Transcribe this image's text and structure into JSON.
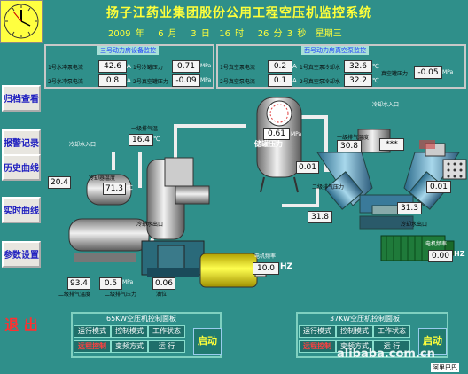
{
  "header": {
    "title": "扬子江药业集团股份公用工程空压机监控系统",
    "date_line": {
      "year": "2009",
      "year_unit": "年",
      "month": "6",
      "month_unit": "月",
      "day": "3",
      "day_unit": "日",
      "hour": "16",
      "hour_unit": "时",
      "minute": "26",
      "minute_unit": "分",
      "second": "3",
      "second_unit": "秒",
      "weekday": "星期三"
    }
  },
  "nav": {
    "items": [
      "归档查看",
      "报警记录",
      "历史曲线",
      "实时曲线",
      "参数设置"
    ],
    "exit": "退 出"
  },
  "panel_left": {
    "title": "三号动力房设备监控",
    "rows": [
      {
        "l1": "1号水冲泵电流",
        "v1": "42.6",
        "u1": "A",
        "l2": "1号冷罐压力",
        "v2": "0.71",
        "u2": "MPa"
      },
      {
        "l1": "2号水冲泵电流",
        "v1": "0.8",
        "u1": "A",
        "l2": "2号真空罐压力",
        "v2": "-0.09",
        "u2": "MPa"
      }
    ]
  },
  "panel_right": {
    "title": "西号动力房真空泵监控",
    "rows": [
      {
        "l1": "1号真空泵电流",
        "v1": "0.2",
        "u1": "A",
        "l2": "1号真空泵冷却水",
        "v2": "32.6",
        "u2": "℃",
        "l3": "真空罐压力",
        "v3": "-0.05",
        "u3": "MPa"
      },
      {
        "l1": "2号真空泵电流",
        "v1": "0.1",
        "u1": "A",
        "l2": "2号真空泵冷却水",
        "v2": "32.2",
        "u2": "℃"
      }
    ]
  },
  "process": {
    "cooling_in_left": "冷却水入口",
    "cooling_in_right": "冷却水入口",
    "exhaust_temp_label": "一级排气温",
    "exhaust_temp": "16.4",
    "exhaust_temp_unit": "℃",
    "tank_pressure_label": "储罐压力",
    "tank_pressure": "0.61",
    "tank_pressure_unit": "MPa",
    "motor_freq_label_left": "电机频率",
    "motor_freq_left": "10.0",
    "freq_unit": "HZ",
    "left_values": {
      "v_20_4": "20.4",
      "v_71_3": "71.3",
      "v_93_4": "93.4",
      "v_0_5": "0.5",
      "v_0_06": "0.06"
    },
    "left_labels": {
      "cooler_temp": "冷却器温度",
      "exhaust_temp2": "二级排气温度",
      "exhaust_press": "二级排气压力",
      "oil_level": "油位",
      "water_out": "冷却水出口"
    },
    "right_values": {
      "v_30_8": "30.8",
      "v_stars": "***",
      "v_0_01a": "0.01",
      "v_31_8": "31.8",
      "v_0_01b": "0.01",
      "v_31_3": "31.3",
      "v_0_00": "0.00"
    },
    "right_labels": {
      "exhaust_temp": "一级排气温度",
      "exhaust_press": "二级排气压力",
      "water_out": "冷却水出口",
      "motor_freq": "电机频率"
    },
    "temp_unit": "℃",
    "press_unit": "MPa"
  },
  "control_left": {
    "title": "65KW空压机控制面板",
    "row1": [
      "运行模式",
      "控制模式",
      "工作状态"
    ],
    "row2": [
      "远程控制",
      "变频方式",
      "运 行"
    ],
    "start": "启动"
  },
  "control_right": {
    "title": "37KW空压机控制面板",
    "row1": [
      "运行模式",
      "控制模式",
      "工作状态"
    ],
    "row2": [
      "远程控制",
      "变频方式",
      "运 行"
    ],
    "start": "启动"
  },
  "footer": {
    "watermark": "alibaba.com.cn",
    "corner": "阿里巴巴"
  },
  "colors": {
    "background": "#2f8f8a",
    "title": "#ffff3a",
    "exit": "#ff3030",
    "panel_title": "#1a3cff",
    "start_button": "#ffff3a"
  }
}
